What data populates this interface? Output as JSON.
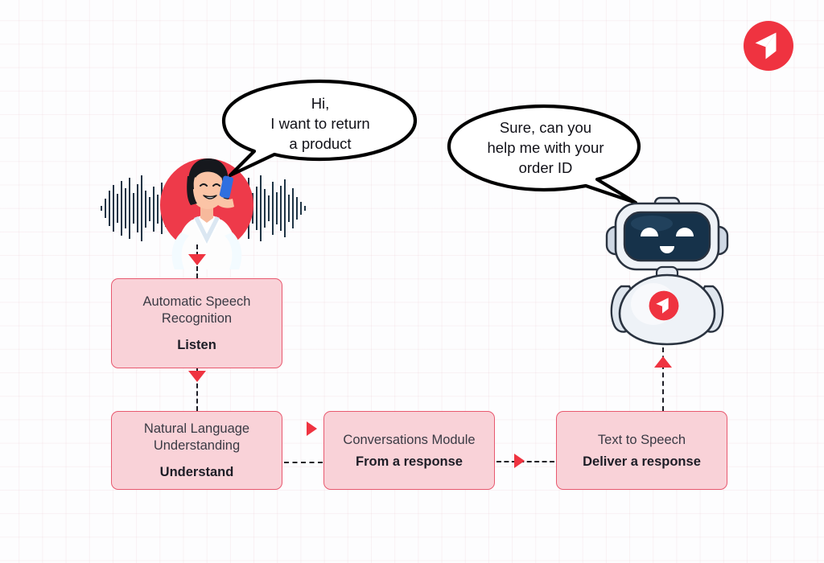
{
  "meta": {
    "diagram_title": "Conversational AI Voice Assistant Pipeline",
    "brand_logo_name": "brand-logo"
  },
  "colors": {
    "accent_red": "#ef3340",
    "box_fill": "#f9d2d8",
    "box_border": "#e8596f",
    "visor_navy": "#16324a",
    "waveform_navy": "#1f3445",
    "background": "#fdfdfe"
  },
  "conversation": {
    "user_bubble": {
      "speaker": "customer",
      "text": "Hi,\nI want to return\na product"
    },
    "bot_bubble": {
      "speaker": "assistant",
      "text": "Sure, can you\nhelp me with your\norder ID"
    }
  },
  "characters": {
    "human": {
      "name": "customer-illustration",
      "description": "Woman on phone call with audio waveform"
    },
    "robot": {
      "name": "robot-assistant-illustration",
      "description": "Smiling robot with visor face and chest logo"
    }
  },
  "pipeline": {
    "steps": [
      {
        "id": "asr",
        "title": "Automatic Speech\nRecognition",
        "action": "Listen"
      },
      {
        "id": "nlu",
        "title": "Natural Language\nUnderstanding",
        "action": "Understand"
      },
      {
        "id": "conversations",
        "title": "Conversations Module",
        "action": "From a response"
      },
      {
        "id": "tts",
        "title": "Text to Speech",
        "action": "Deliver a response"
      }
    ]
  }
}
